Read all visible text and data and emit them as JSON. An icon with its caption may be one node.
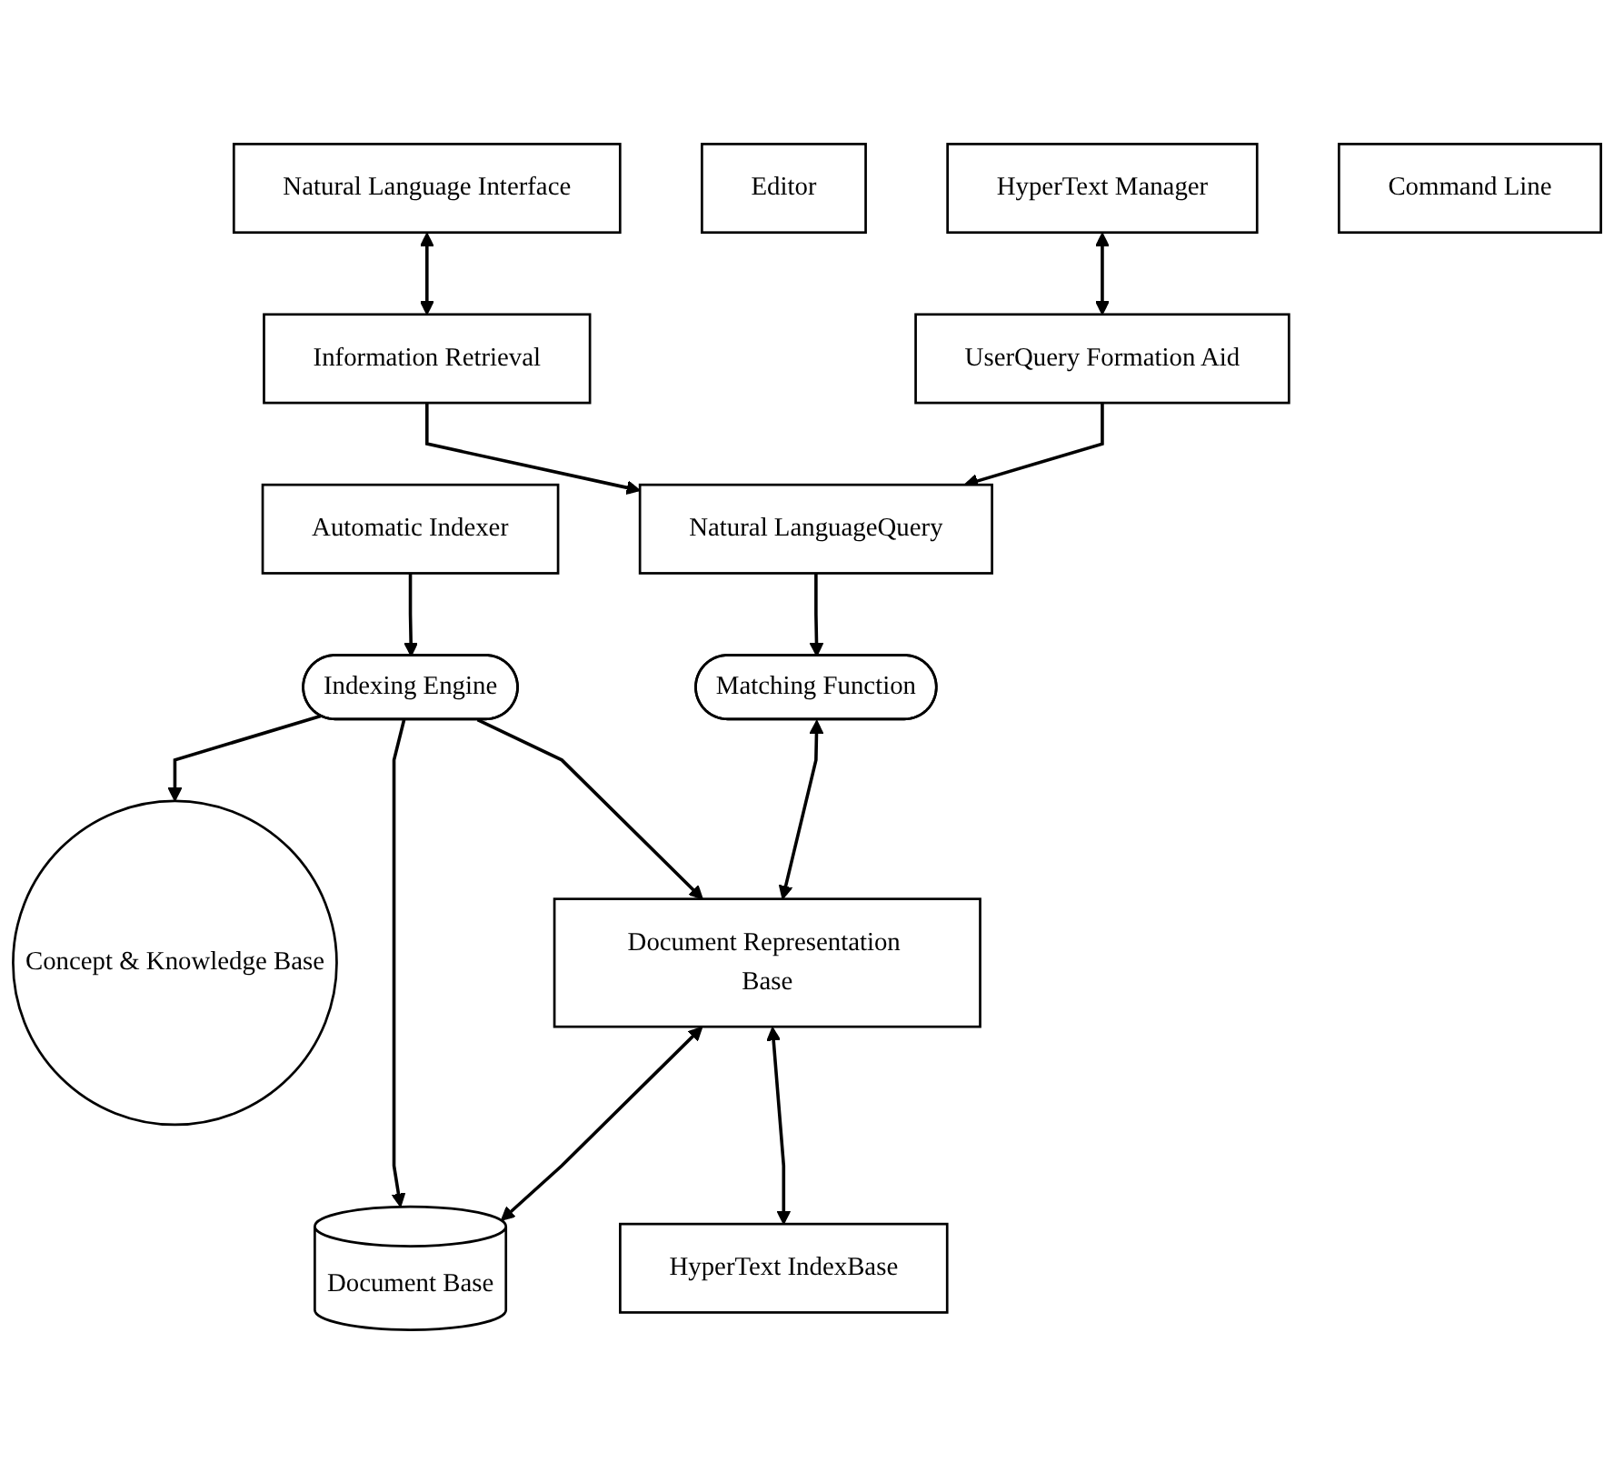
{
  "diagram": {
    "nodes": [
      {
        "text": [
          "Natural Language Interface"
        ]
      },
      {
        "text": [
          "Automatic Indexer"
        ]
      },
      {
        "text": [
          "Editor"
        ]
      },
      {
        "text": [
          "Information Retrieval"
        ]
      },
      {
        "text": [
          "HyperText Manager"
        ]
      },
      {
        "text": [
          "Indexing Engine"
        ]
      },
      {
        "text": [
          "Concept & Knowledge Base"
        ]
      },
      {
        "text": [
          "Command Line"
        ]
      },
      {
        "text": [
          "Natural LanguageQuery"
        ]
      },
      {
        "text": [
          "Matching Function"
        ]
      },
      {
        "text": [
          "UserQuery Formation Aid"
        ]
      },
      {
        "text": [
          "Document Representation Base"
        ]
      },
      {
        "text": [
          "HyperText IndexBase"
        ]
      },
      {
        "text": [
          "Document Base"
        ]
      }
    ],
    "edges": [
      {
        "from": 0,
        "to": 3,
        "arrow": "both"
      },
      {
        "from": 1,
        "to": 5,
        "arrow": "to"
      },
      {
        "from": 3,
        "to": 8,
        "arrow": "to"
      },
      {
        "from": 4,
        "to": 10,
        "arrow": "both"
      },
      {
        "from": 5,
        "to": 6,
        "arrow": "to"
      },
      {
        "from": 5,
        "to": 11,
        "arrow": "to"
      },
      {
        "from": 5,
        "to": 13,
        "arrow": "to"
      },
      {
        "from": 10,
        "to": 8,
        "arrow": "to"
      },
      {
        "from": 8,
        "to": 9,
        "arrow": "to"
      },
      {
        "from": 9,
        "to": 11,
        "arrow": "both"
      },
      {
        "from": 11,
        "to": 12,
        "arrow": "both"
      },
      {
        "from": 11,
        "to": 13,
        "arrow": "both"
      }
    ]
  }
}
